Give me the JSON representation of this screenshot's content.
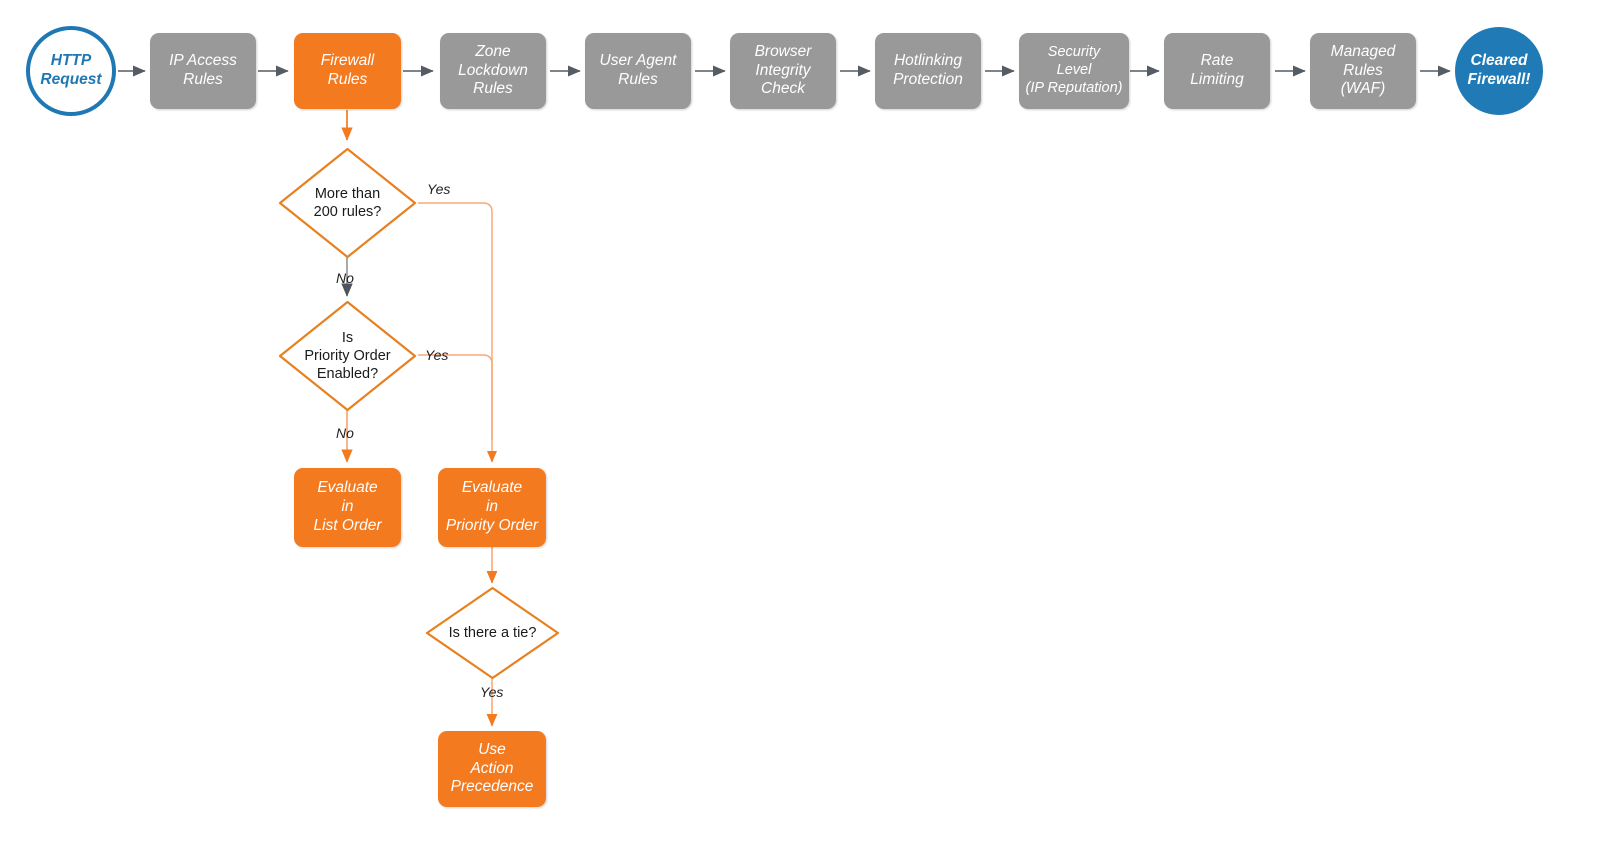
{
  "diagram": {
    "title": "Cloudflare Firewall Rules Evaluation Order",
    "colors": {
      "process_gray": "#999999",
      "process_orange": "#F47A20",
      "terminator_blue": "#1F7AB6",
      "edge_gray": "#666666",
      "edge_orange": "#F47A20",
      "edge_light_orange": "#F9A877",
      "text_dark": "#1a1a1a"
    },
    "pipeline": [
      {
        "id": "http-request",
        "label": "HTTP\nRequest",
        "shape": "circle-outline",
        "color": "#1F78B4"
      },
      {
        "id": "ip-access-rules",
        "label": "IP Access\nRules",
        "shape": "process",
        "color": "#999999"
      },
      {
        "id": "firewall-rules",
        "label": "Firewall\nRules",
        "shape": "process",
        "color": "#F47A20"
      },
      {
        "id": "zone-lockdown-rules",
        "label": "Zone\nLockdown\nRules",
        "shape": "process",
        "color": "#999999"
      },
      {
        "id": "user-agent-rules",
        "label": "User Agent\nRules",
        "shape": "process",
        "color": "#999999"
      },
      {
        "id": "browser-integrity",
        "label": "Browser\nIntegrity\nCheck",
        "shape": "process",
        "color": "#999999"
      },
      {
        "id": "hotlinking",
        "label": "Hotlinking\nProtection",
        "shape": "process",
        "color": "#999999"
      },
      {
        "id": "security-level",
        "label": "Security\nLevel\n(IP Reputation)",
        "shape": "process",
        "color": "#999999"
      },
      {
        "id": "rate-limiting",
        "label": "Rate\nLimiting",
        "shape": "process",
        "color": "#999999"
      },
      {
        "id": "managed-rules",
        "label": "Managed\nRules\n(WAF)",
        "shape": "process",
        "color": "#999999"
      },
      {
        "id": "cleared-firewall",
        "label": "Cleared\nFirewall!",
        "shape": "circle-filled",
        "color": "#1F7AB6"
      }
    ],
    "decisions": [
      {
        "id": "more-than-200-rules",
        "label": "More than\n200 rules?"
      },
      {
        "id": "priority-order-enabled",
        "label": "Is\nPriority Order\nEnabled?"
      },
      {
        "id": "is-there-a-tie",
        "label": "Is there a tie?"
      }
    ],
    "branch_nodes": [
      {
        "id": "evaluate-list-order",
        "label": "Evaluate\nin\nList Order",
        "color": "#F47A20"
      },
      {
        "id": "evaluate-priority-order",
        "label": "Evaluate\nin\nPriority Order",
        "color": "#F47A20"
      },
      {
        "id": "use-action-precedence",
        "label": "Use\nAction\nPrecedence",
        "color": "#F47A20"
      }
    ],
    "edge_labels": {
      "more_than_200_yes": "Yes",
      "more_than_200_no": "No",
      "priority_order_yes": "Yes",
      "priority_order_no": "No",
      "tie_yes": "Yes"
    }
  }
}
